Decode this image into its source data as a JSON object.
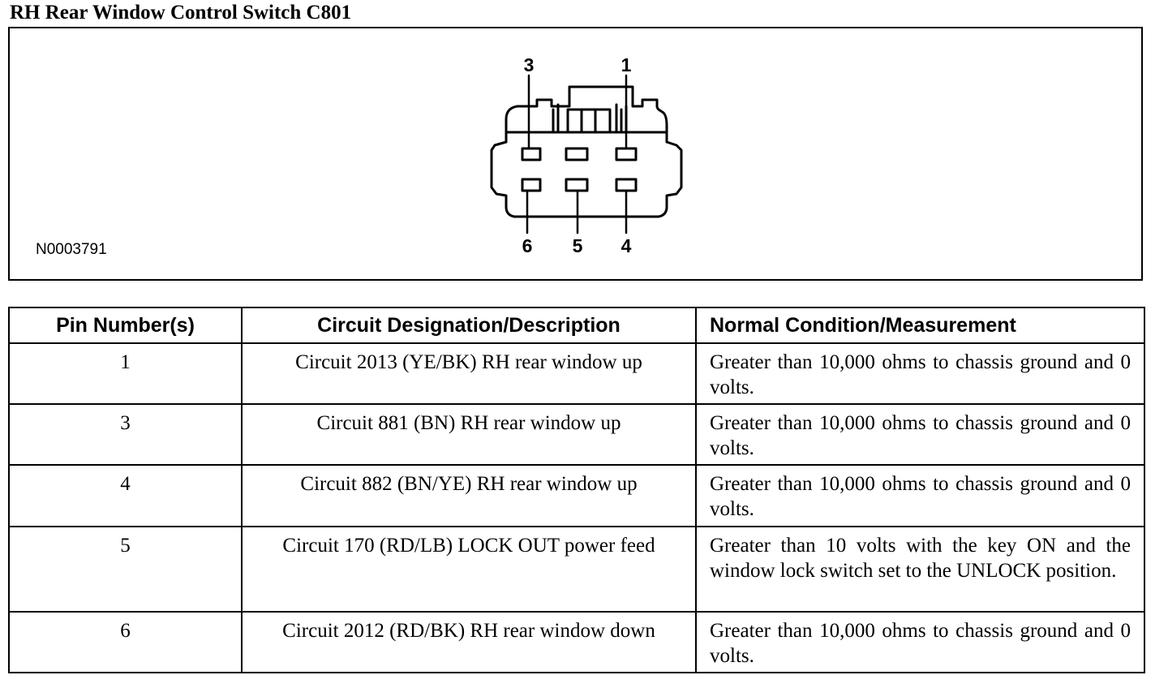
{
  "title": "RH Rear Window Control Switch C801",
  "diagram": {
    "figure_id": "N0003791",
    "pin_labels": [
      "3",
      "1",
      "6",
      "5",
      "4"
    ]
  },
  "table": {
    "headers": [
      "Pin Number(s)",
      "Circuit Designation/Description",
      "Normal Condition/Measurement"
    ],
    "rows": [
      {
        "pin": "1",
        "circuit": "Circuit 2013 (YE/BK) RH rear window up",
        "condition": "Greater than 10,000 ohms to chassis ground and 0 volts."
      },
      {
        "pin": "3",
        "circuit": "Circuit 881 (BN) RH rear window up",
        "condition": "Greater than 10,000 ohms to chassis ground and 0 volts."
      },
      {
        "pin": "4",
        "circuit": "Circuit 882 (BN/YE) RH rear window up",
        "condition": "Greater than 10,000 ohms to chassis ground and 0 volts."
      },
      {
        "pin": "5",
        "circuit": "Circuit 170 (RD/LB) LOCK OUT power feed",
        "condition": "Greater than 10 volts with the key ON and the window lock switch set to the UNLOCK position."
      },
      {
        "pin": "6",
        "circuit": "Circuit 2012 (RD/BK) RH rear window down",
        "condition": "Greater than 10,000 ohms to chassis ground and 0 volts."
      }
    ]
  }
}
